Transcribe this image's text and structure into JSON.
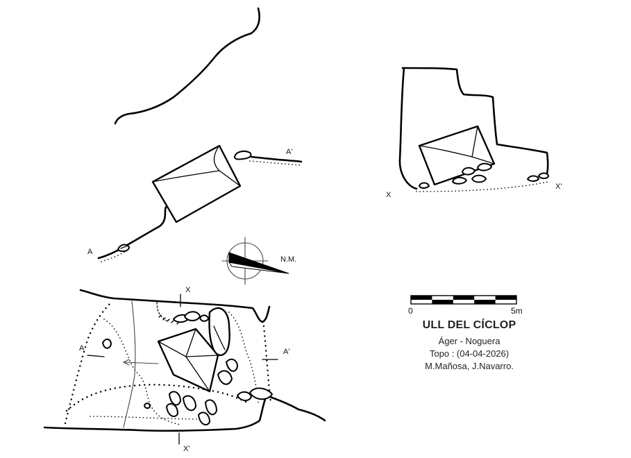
{
  "title": "ULL DEL CÍCLOP",
  "location": "Áger - Noguera",
  "topo": "Topo : (04-04-2026)",
  "authors": "M.Mañosa, J.Navarro.",
  "scale": {
    "start_label": "0",
    "end_label": "5m"
  },
  "north_label": "N.M.",
  "section_labels": {
    "a": "A",
    "a_prime": "A'",
    "x": "X",
    "x_prime": "X'"
  },
  "colors": {
    "ink": "#000000",
    "paper": "#ffffff",
    "text": "#222222"
  }
}
